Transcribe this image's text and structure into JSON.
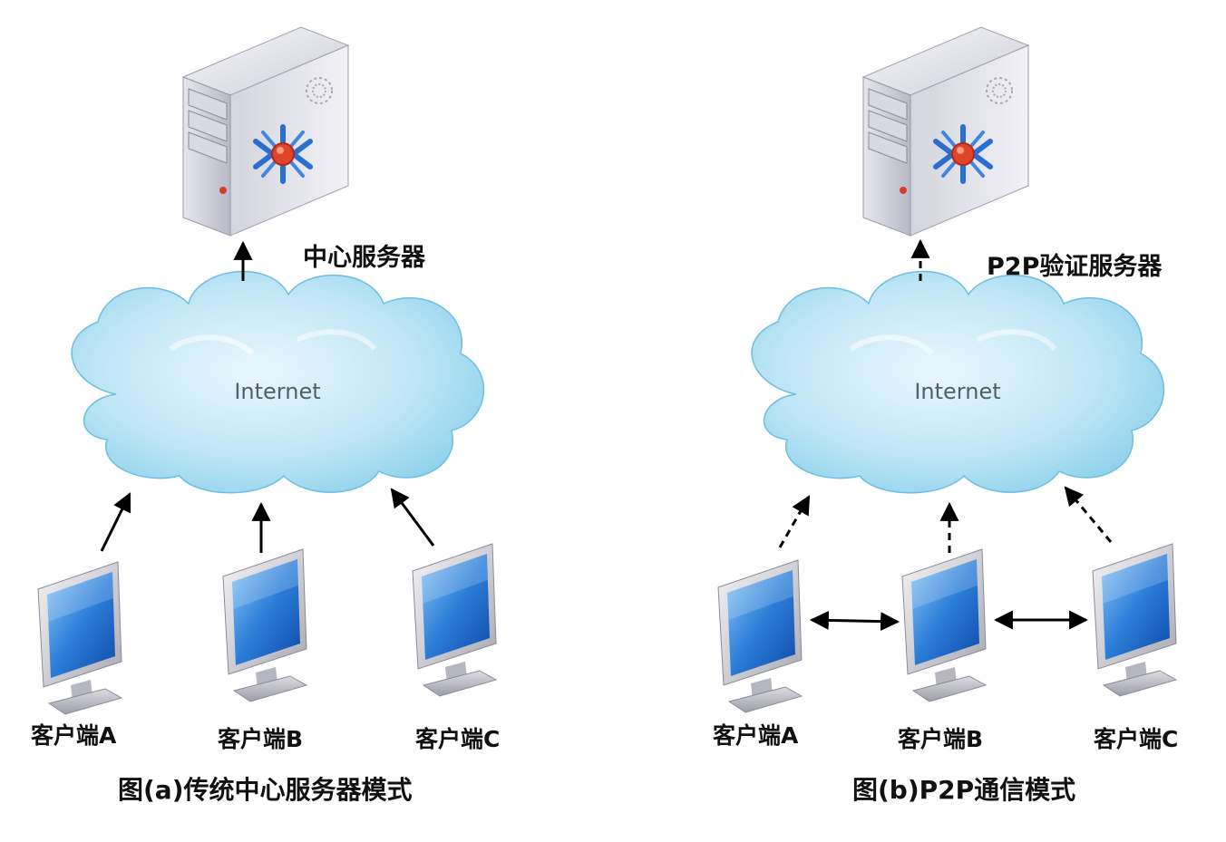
{
  "left": {
    "server_label": "中心服务器",
    "cloud_label": "Internet",
    "clients": [
      {
        "label": "客户端A"
      },
      {
        "label": "客户端B"
      },
      {
        "label": "客户端C"
      }
    ],
    "caption": "图(a)传统中心服务器模式"
  },
  "right": {
    "server_label": "P2P验证服务器",
    "cloud_label": "Internet",
    "clients": [
      {
        "label": "客户端A"
      },
      {
        "label": "客户端B"
      },
      {
        "label": "客户端C"
      }
    ],
    "caption": "图(b)P2P通信模式"
  },
  "colors": {
    "cloud": "#9ed8ee",
    "screen": "#2f7fd6",
    "arrow": "#000000",
    "server_body": "#c8c8d2"
  },
  "icons": [
    "server-icon",
    "cloud-icon",
    "monitor-icon"
  ]
}
